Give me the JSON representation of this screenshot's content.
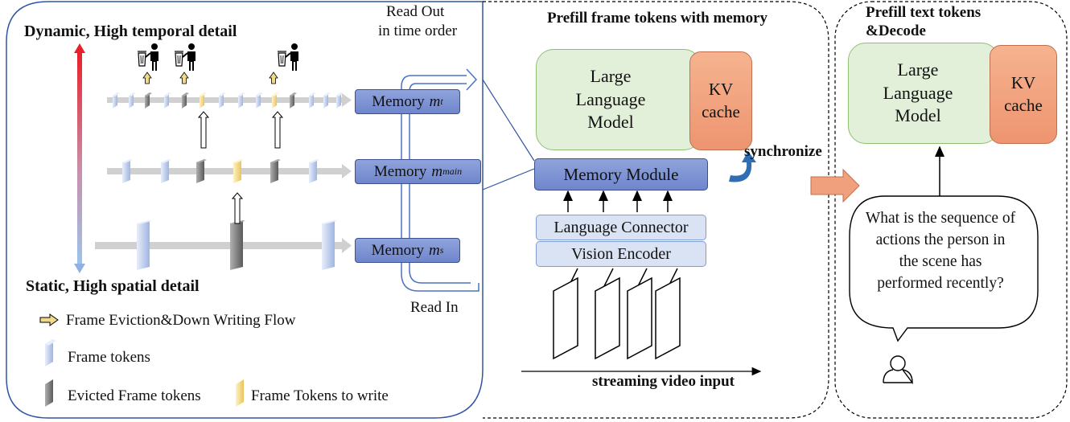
{
  "left_panel": {
    "top_label": "Dynamic, High temporal detail",
    "bottom_label": "Static, High spatial detail",
    "read_out": [
      "Read Out",
      "in time order"
    ],
    "read_in": "Read In",
    "memories": [
      {
        "prefix": "Memory",
        "var": "m",
        "sub": "t"
      },
      {
        "prefix": "Memory",
        "var": "m",
        "sub": "main"
      },
      {
        "prefix": "Memory",
        "var": "m",
        "sub": "s"
      }
    ],
    "legend": {
      "flow": "Frame Eviction&Down Writing Flow",
      "frame_tokens": "Frame tokens",
      "evicted_tokens": "Evicted Frame tokens",
      "write_tokens": "Frame Tokens to write"
    }
  },
  "middle_panel": {
    "title": "Prefill frame tokens with memory",
    "llm": [
      "Large",
      "Language",
      "Model"
    ],
    "kv": [
      "KV",
      "cache"
    ],
    "synchronize": "synchronize",
    "memory_module": "Memory Module",
    "language_connector": "Language Connector",
    "vision_encoder": "Vision Encoder",
    "stream_label": "streaming video input"
  },
  "right_panel": {
    "title": [
      "Prefill text tokens",
      "&Decode"
    ],
    "llm": [
      "Large",
      "Language",
      "Model"
    ],
    "kv": [
      "KV",
      "cache"
    ],
    "question": [
      "What is the sequence of",
      "actions the person in",
      "the scene has",
      "performed recently?"
    ]
  },
  "colors": {
    "frame_blue": "#c5d3ef",
    "evicted_gray": "#808080",
    "write_yellow": "#f2d98a",
    "memory_blue": "#7b90d3",
    "llm_green": "#e2f0d9",
    "kv_orange": "#f0a07c",
    "axis_red": "#e8202a",
    "axis_blue": "#6f8fd8"
  }
}
